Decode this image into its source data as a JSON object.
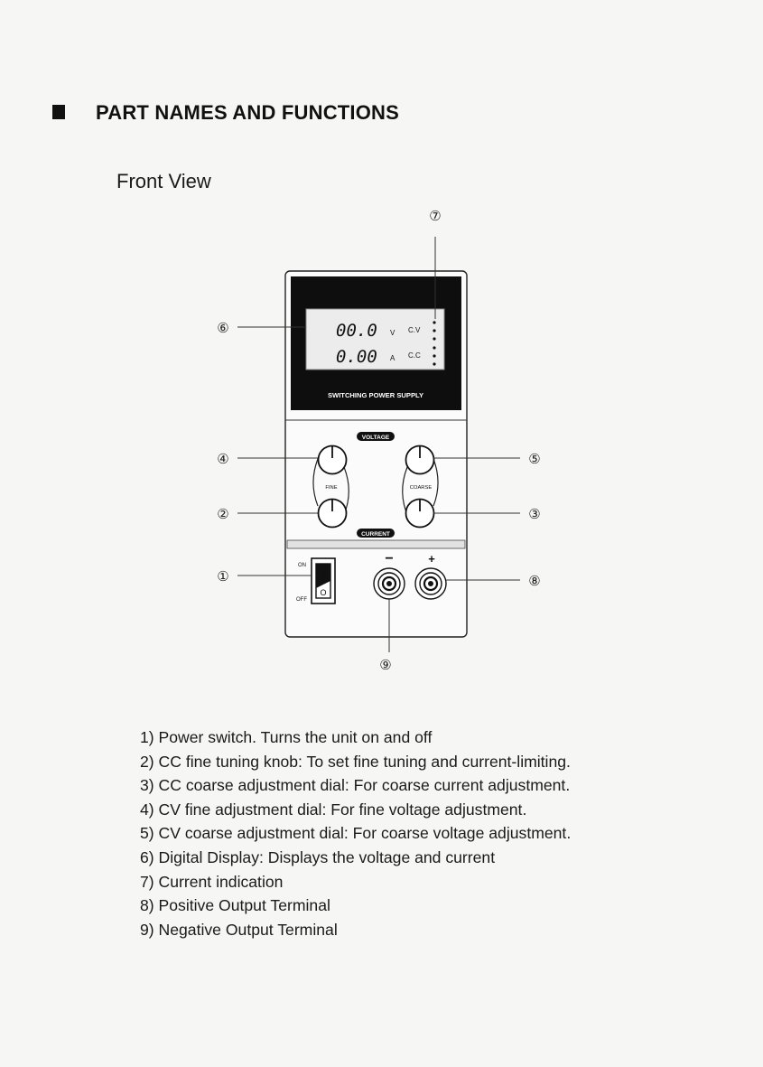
{
  "section": {
    "title": "PART NAMES AND FUNCTIONS",
    "subtitle": "Front View"
  },
  "device": {
    "display": {
      "voltage_reading": "00.0",
      "current_reading": "0.00",
      "voltage_unit": "V",
      "current_unit": "A",
      "cv_label": "C.V",
      "cc_label": "C.C",
      "brand_label": "SWITCHING POWER SUPPLY"
    },
    "knobs": {
      "voltage_label": "VOLTAGE",
      "current_label": "CURRENT",
      "fine_label": "FINE",
      "coarse_label": "COARSE"
    },
    "switch": {
      "on_label": "ON",
      "off_label": "OFF",
      "on_mark": "I",
      "off_mark": "O"
    },
    "terminals": {
      "negative_symbol": "−",
      "positive_symbol": "+"
    }
  },
  "callouts": [
    "①",
    "②",
    "③",
    "④",
    "⑤",
    "⑥",
    "⑦",
    "⑧",
    "⑨"
  ],
  "parts": [
    "1) Power switch. Turns the unit on and off",
    "2) CC fine tuning knob: To set fine tuning and current-limiting.",
    "3) CC coarse adjustment dial: For coarse current adjustment.",
    "4) CV fine adjustment dial: For fine voltage adjustment.",
    "5) CV coarse adjustment dial: For coarse voltage adjustment.",
    "6) Digital Display: Displays the voltage and current",
    "7) Current indication",
    "8) Positive Output Terminal",
    "9) Negative Output Terminal"
  ]
}
